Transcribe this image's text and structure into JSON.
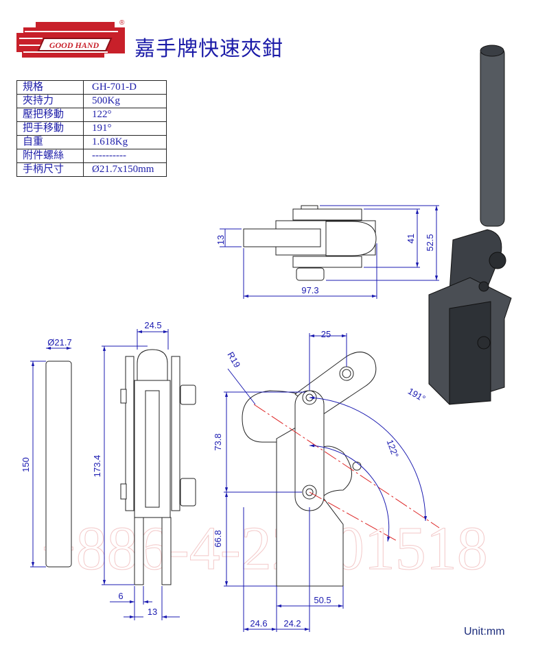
{
  "header": {
    "brand": "GOOD HAND",
    "registered_mark": "®",
    "title": "嘉手牌快速夾鉗"
  },
  "spec_table": [
    {
      "label": "規格",
      "value": "GH-701-D"
    },
    {
      "label": "夾持力",
      "value": "500Kg"
    },
    {
      "label": "壓把移動",
      "value": "122°"
    },
    {
      "label": "把手移動",
      "value": "191°"
    },
    {
      "label": "自重",
      "value": "1.618Kg"
    },
    {
      "label": "附件螺絲",
      "value": "----------"
    },
    {
      "label": "手柄尺寸",
      "value": "Ø21.7x150mm"
    }
  ],
  "watermark": {
    "phone": "+886-4-22801518"
  },
  "dimensions": {
    "top_view": {
      "handle_width": "13",
      "bar_width": "41",
      "total_width": "52.5",
      "length": "97.3"
    },
    "handle_view": {
      "diameter": "Ø21.7",
      "length": "150"
    },
    "side_view": {
      "width": "24.5",
      "height": "173.4",
      "base_offset": "6",
      "base_width": "13"
    },
    "front_view": {
      "top_offset": "25",
      "radius": "R19",
      "handle_angle": "191°",
      "bar_angle": "122°",
      "upper_height": "73.8",
      "lower_height": "66.8",
      "base_length": "50.5",
      "left_offset": "24.6",
      "right_offset": "24.2"
    }
  },
  "footer": {
    "unit": "Unit:mm"
  },
  "colors": {
    "title": "#1c1ca8",
    "dimension": "#1a1ab0",
    "logo": "#c8202a"
  }
}
